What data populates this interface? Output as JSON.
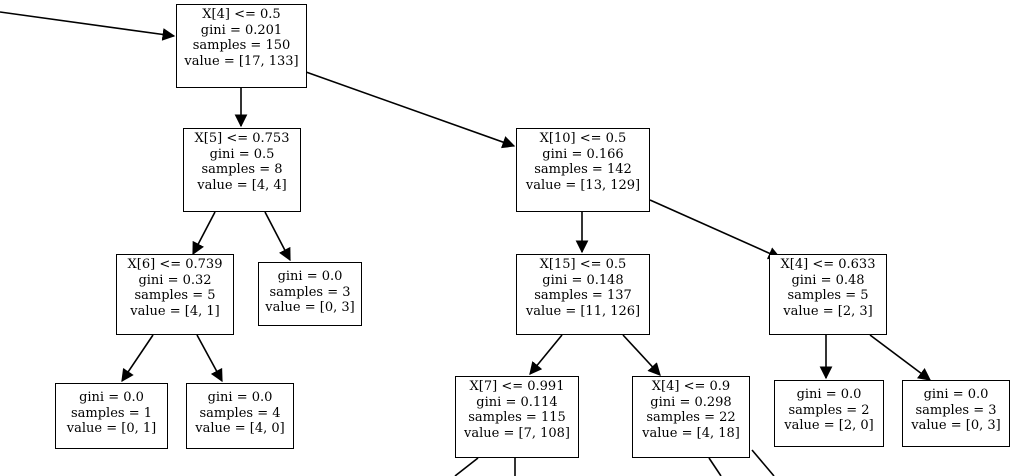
{
  "nodes": {
    "n0": {
      "lines": [
        "X[4] <= 0.5",
        "gini = 0.201",
        "samples = 150",
        "value = [17, 133]"
      ]
    },
    "n1": {
      "lines": [
        "X[5] <= 0.753",
        "gini = 0.5",
        "samples = 8",
        "value = [4, 4]"
      ]
    },
    "n2": {
      "lines": [
        "X[10] <= 0.5",
        "gini = 0.166",
        "samples = 142",
        "value = [13, 129]"
      ]
    },
    "n3": {
      "lines": [
        "X[6] <= 0.739",
        "gini = 0.32",
        "samples = 5",
        "value = [4, 1]"
      ]
    },
    "n4": {
      "lines": [
        "gini = 0.0",
        "samples = 3",
        "value = [0, 3]"
      ]
    },
    "n5": {
      "lines": [
        "X[15] <= 0.5",
        "gini = 0.148",
        "samples = 137",
        "value = [11, 126]"
      ]
    },
    "n6": {
      "lines": [
        "X[4] <= 0.633",
        "gini = 0.48",
        "samples = 5",
        "value = [2, 3]"
      ]
    },
    "n7": {
      "lines": [
        "gini = 0.0",
        "samples = 1",
        "value = [0, 1]"
      ]
    },
    "n8": {
      "lines": [
        "gini = 0.0",
        "samples = 4",
        "value = [4, 0]"
      ]
    },
    "n9": {
      "lines": [
        "X[7] <= 0.991",
        "gini = 0.114",
        "samples = 115",
        "value = [7, 108]"
      ]
    },
    "n10": {
      "lines": [
        "X[4] <= 0.9",
        "gini = 0.298",
        "samples = 22",
        "value = [4, 18]"
      ]
    },
    "n11": {
      "lines": [
        "gini = 0.0",
        "samples = 2",
        "value = [2, 0]"
      ]
    },
    "n12": {
      "lines": [
        "gini = 0.0",
        "samples = 3",
        "value = [0, 3]"
      ]
    }
  }
}
